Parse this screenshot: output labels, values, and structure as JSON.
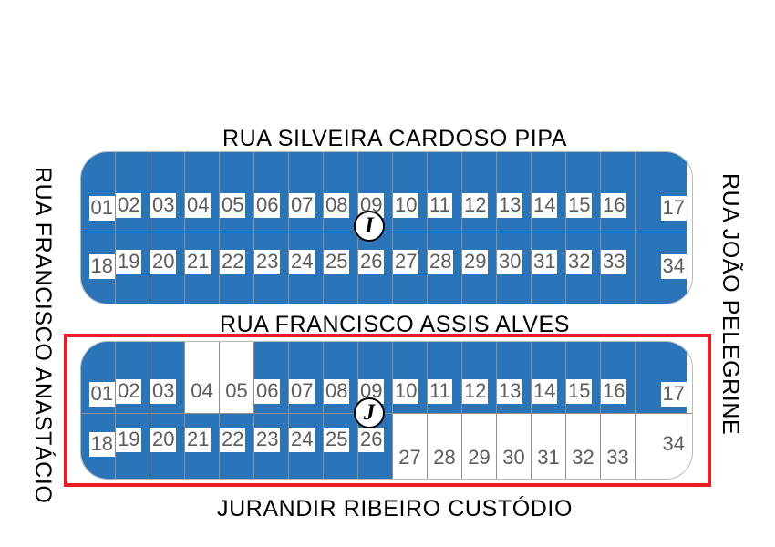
{
  "streets": {
    "top": "RUA SILVEIRA  CARDOSO  PIPA",
    "middle": "RUA FRANCISCO  ASSIS ALVES",
    "bottom": "JURANDIR  RIBEIRO  CUSTÓDIO",
    "left": "RUA FRANCISCO ANASTÁCIO",
    "right": "RUA JOÃO PELEGRINE"
  },
  "colors": {
    "lot_filled": "#2a74b9",
    "lot_empty": "#ffffff",
    "highlight_border": "#ed1c24",
    "grid_line": "#8f8f8f",
    "label_text": "#5c5c5c"
  },
  "blocks": [
    {
      "id": "block-I",
      "marker": "I",
      "highlighted": false,
      "rows": [
        {
          "name": "top",
          "cells": [
            {
              "lot": "01",
              "filled": true,
              "align": "right",
              "width": 38
            },
            {
              "lot": "02",
              "filled": true,
              "align": "left",
              "width": 38
            },
            {
              "lot": "03",
              "filled": true,
              "align": "left",
              "width": 38
            },
            {
              "lot": "04",
              "filled": true,
              "align": "left",
              "width": 38
            },
            {
              "lot": "05",
              "filled": true,
              "align": "left",
              "width": 38
            },
            {
              "lot": "06",
              "filled": true,
              "align": "left",
              "width": 38
            },
            {
              "lot": "07",
              "filled": true,
              "align": "left",
              "width": 38
            },
            {
              "lot": "08",
              "filled": true,
              "align": "left",
              "width": 38
            },
            {
              "lot": "09",
              "filled": true,
              "align": "left",
              "width": 38
            },
            {
              "lot": "10",
              "filled": true,
              "align": "left",
              "width": 38
            },
            {
              "lot": "11",
              "filled": true,
              "align": "left",
              "width": 38
            },
            {
              "lot": "12",
              "filled": true,
              "align": "left",
              "width": 38
            },
            {
              "lot": "13",
              "filled": true,
              "align": "left",
              "width": 38
            },
            {
              "lot": "14",
              "filled": true,
              "align": "left",
              "width": 38
            },
            {
              "lot": "15",
              "filled": true,
              "align": "left",
              "width": 38
            },
            {
              "lot": "16",
              "filled": true,
              "align": "left",
              "width": 38
            },
            {
              "lot": "17",
              "filled": true,
              "align": "right",
              "width": 56
            }
          ]
        },
        {
          "name": "bottom",
          "cells": [
            {
              "lot": "18",
              "filled": true,
              "align": "right",
              "width": 38
            },
            {
              "lot": "19",
              "filled": true,
              "align": "left",
              "width": 38
            },
            {
              "lot": "20",
              "filled": true,
              "align": "left",
              "width": 38
            },
            {
              "lot": "21",
              "filled": true,
              "align": "left",
              "width": 38
            },
            {
              "lot": "22",
              "filled": true,
              "align": "left",
              "width": 38
            },
            {
              "lot": "23",
              "filled": true,
              "align": "left",
              "width": 38
            },
            {
              "lot": "24",
              "filled": true,
              "align": "left",
              "width": 38
            },
            {
              "lot": "25",
              "filled": true,
              "align": "left",
              "width": 38
            },
            {
              "lot": "26",
              "filled": true,
              "align": "left",
              "width": 38
            },
            {
              "lot": "27",
              "filled": true,
              "align": "left",
              "width": 38
            },
            {
              "lot": "28",
              "filled": true,
              "align": "left",
              "width": 38
            },
            {
              "lot": "29",
              "filled": true,
              "align": "left",
              "width": 38
            },
            {
              "lot": "30",
              "filled": true,
              "align": "left",
              "width": 38
            },
            {
              "lot": "31",
              "filled": true,
              "align": "left",
              "width": 38
            },
            {
              "lot": "32",
              "filled": true,
              "align": "left",
              "width": 38
            },
            {
              "lot": "33",
              "filled": true,
              "align": "left",
              "width": 38
            },
            {
              "lot": "34",
              "filled": true,
              "align": "right",
              "width": 56
            }
          ]
        }
      ]
    },
    {
      "id": "block-J",
      "marker": "J",
      "highlighted": true,
      "rows": [
        {
          "name": "top",
          "cells": [
            {
              "lot": "01",
              "filled": true,
              "align": "right",
              "width": 38
            },
            {
              "lot": "02",
              "filled": true,
              "align": "left",
              "width": 38
            },
            {
              "lot": "03",
              "filled": true,
              "align": "left",
              "width": 38
            },
            {
              "lot": "04",
              "filled": false,
              "align": "center",
              "width": 38
            },
            {
              "lot": "05",
              "filled": false,
              "align": "center",
              "width": 38
            },
            {
              "lot": "06",
              "filled": true,
              "align": "left",
              "width": 38
            },
            {
              "lot": "07",
              "filled": true,
              "align": "left",
              "width": 38
            },
            {
              "lot": "08",
              "filled": true,
              "align": "left",
              "width": 38
            },
            {
              "lot": "09",
              "filled": true,
              "align": "left",
              "width": 38
            },
            {
              "lot": "10",
              "filled": true,
              "align": "left",
              "width": 38
            },
            {
              "lot": "11",
              "filled": true,
              "align": "left",
              "width": 38
            },
            {
              "lot": "12",
              "filled": true,
              "align": "left",
              "width": 38
            },
            {
              "lot": "13",
              "filled": true,
              "align": "left",
              "width": 38
            },
            {
              "lot": "14",
              "filled": true,
              "align": "left",
              "width": 38
            },
            {
              "lot": "15",
              "filled": true,
              "align": "left",
              "width": 38
            },
            {
              "lot": "16",
              "filled": true,
              "align": "left",
              "width": 38
            },
            {
              "lot": "17",
              "filled": true,
              "align": "right",
              "width": 56
            }
          ]
        },
        {
          "name": "bottom",
          "cells": [
            {
              "lot": "18",
              "filled": true,
              "align": "right",
              "width": 38
            },
            {
              "lot": "19",
              "filled": true,
              "align": "left",
              "width": 38
            },
            {
              "lot": "20",
              "filled": true,
              "align": "left",
              "width": 38
            },
            {
              "lot": "21",
              "filled": true,
              "align": "left",
              "width": 38
            },
            {
              "lot": "22",
              "filled": true,
              "align": "left",
              "width": 38
            },
            {
              "lot": "23",
              "filled": true,
              "align": "left",
              "width": 38
            },
            {
              "lot": "24",
              "filled": true,
              "align": "left",
              "width": 38
            },
            {
              "lot": "25",
              "filled": true,
              "align": "left",
              "width": 38
            },
            {
              "lot": "26",
              "filled": true,
              "align": "left",
              "width": 38
            },
            {
              "lot": "27",
              "filled": false,
              "align": "center",
              "width": 38
            },
            {
              "lot": "28",
              "filled": false,
              "align": "center",
              "width": 38
            },
            {
              "lot": "29",
              "filled": false,
              "align": "center",
              "width": 38
            },
            {
              "lot": "30",
              "filled": false,
              "align": "center",
              "width": 38
            },
            {
              "lot": "31",
              "filled": false,
              "align": "center",
              "width": 38
            },
            {
              "lot": "32",
              "filled": false,
              "align": "center",
              "width": 38
            },
            {
              "lot": "33",
              "filled": false,
              "align": "center",
              "width": 38
            },
            {
              "lot": "34",
              "filled": false,
              "align": "right",
              "width": 56
            }
          ]
        }
      ]
    }
  ]
}
